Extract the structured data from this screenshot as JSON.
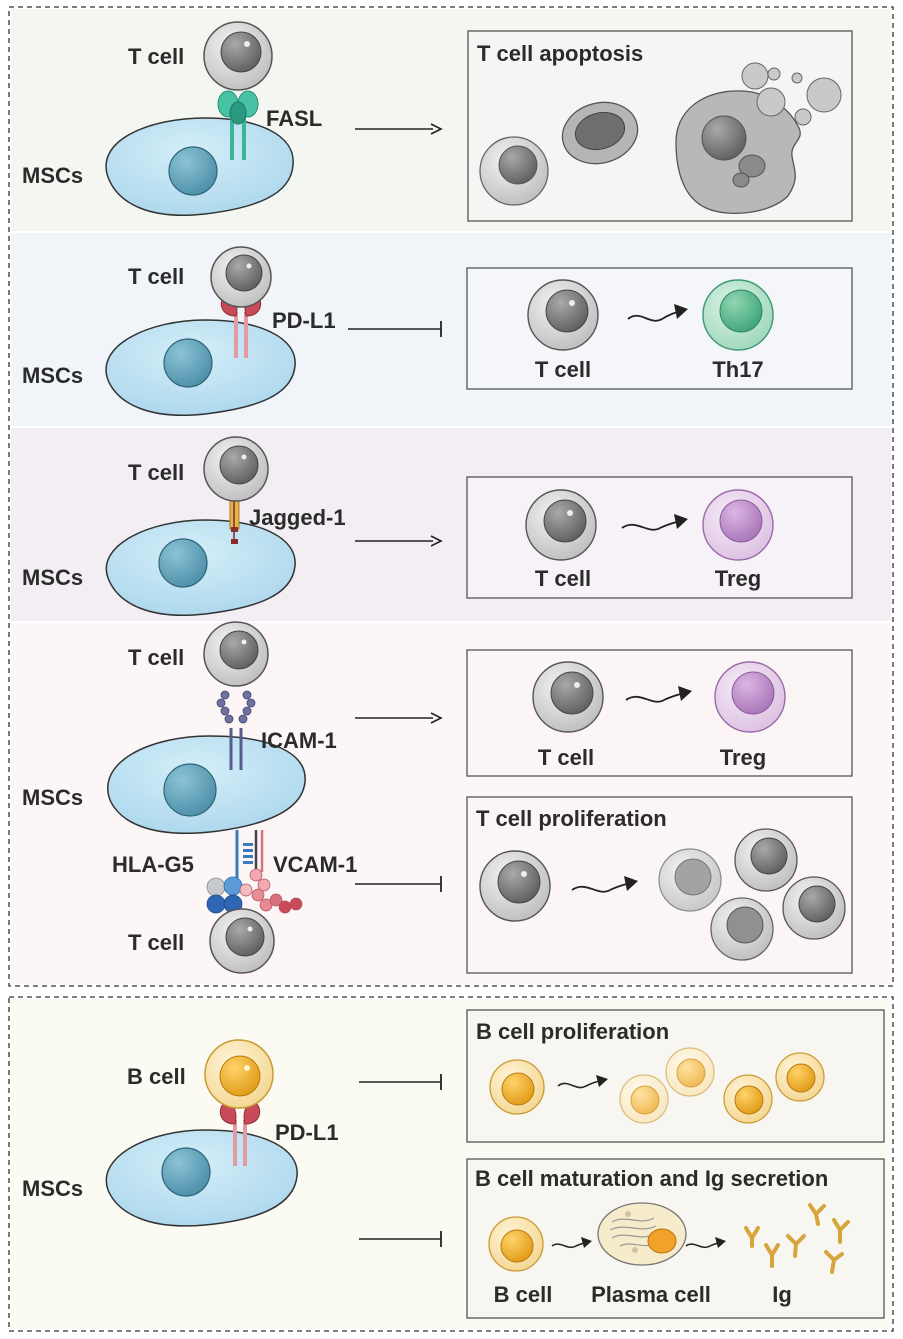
{
  "colors": {
    "panel1_bg": "#f3f6f1",
    "panel2_bg": "#f1f4f9",
    "panel3_bg": "#f3eef4",
    "panel4_bg": "#fdf6f7",
    "panel5_bg": "#fbfaf3",
    "msc_fill": "#bfe2f2",
    "t_cell": "#8e8e8e",
    "th17": "#6cc29a",
    "treg": "#c89bd3",
    "b_cell": "#f2b12b",
    "fasl": "#3ab59a",
    "pdl1": "#c94a58",
    "jagged": "#e7b44c",
    "icam": "#575c8c",
    "hla": "#3a7bc0",
    "vcam": "#d9727c"
  },
  "panels": [
    {
      "cell_labels": {
        "t_cell": "T cell",
        "mscs": "MSCs"
      },
      "molecule": "FASL",
      "box": {
        "title": "T cell apoptosis"
      },
      "relation": "promotes"
    },
    {
      "cell_labels": {
        "t_cell": "T cell",
        "mscs": "MSCs"
      },
      "molecule": "PD-L1",
      "box": {
        "from": "T cell",
        "to": "Th17"
      },
      "relation": "inhibits"
    },
    {
      "cell_labels": {
        "t_cell": "T cell",
        "mscs": "MSCs"
      },
      "molecule": "Jagged-1",
      "box": {
        "from": "T cell",
        "to": "Treg"
      },
      "relation": "promotes"
    },
    {
      "cell_labels": {
        "t_cell_top": "T cell",
        "mscs": "MSCs",
        "t_cell_bottom": "T cell"
      },
      "molecules": {
        "icam": "ICAM-1",
        "hla": "HLA-G5",
        "vcam": "VCAM-1"
      },
      "box_a": {
        "from": "T cell",
        "to": "Treg"
      },
      "box_b": {
        "title": "T cell proliferation"
      }
    },
    {
      "cell_labels": {
        "b_cell": "B cell",
        "mscs": "MSCs"
      },
      "molecule": "PD-L1",
      "box_a": {
        "title": "B cell proliferation"
      },
      "box_b": {
        "title": "B cell maturation and Ig secretion",
        "steps": [
          "B cell",
          "Plasma cell",
          "Ig"
        ]
      }
    }
  ]
}
